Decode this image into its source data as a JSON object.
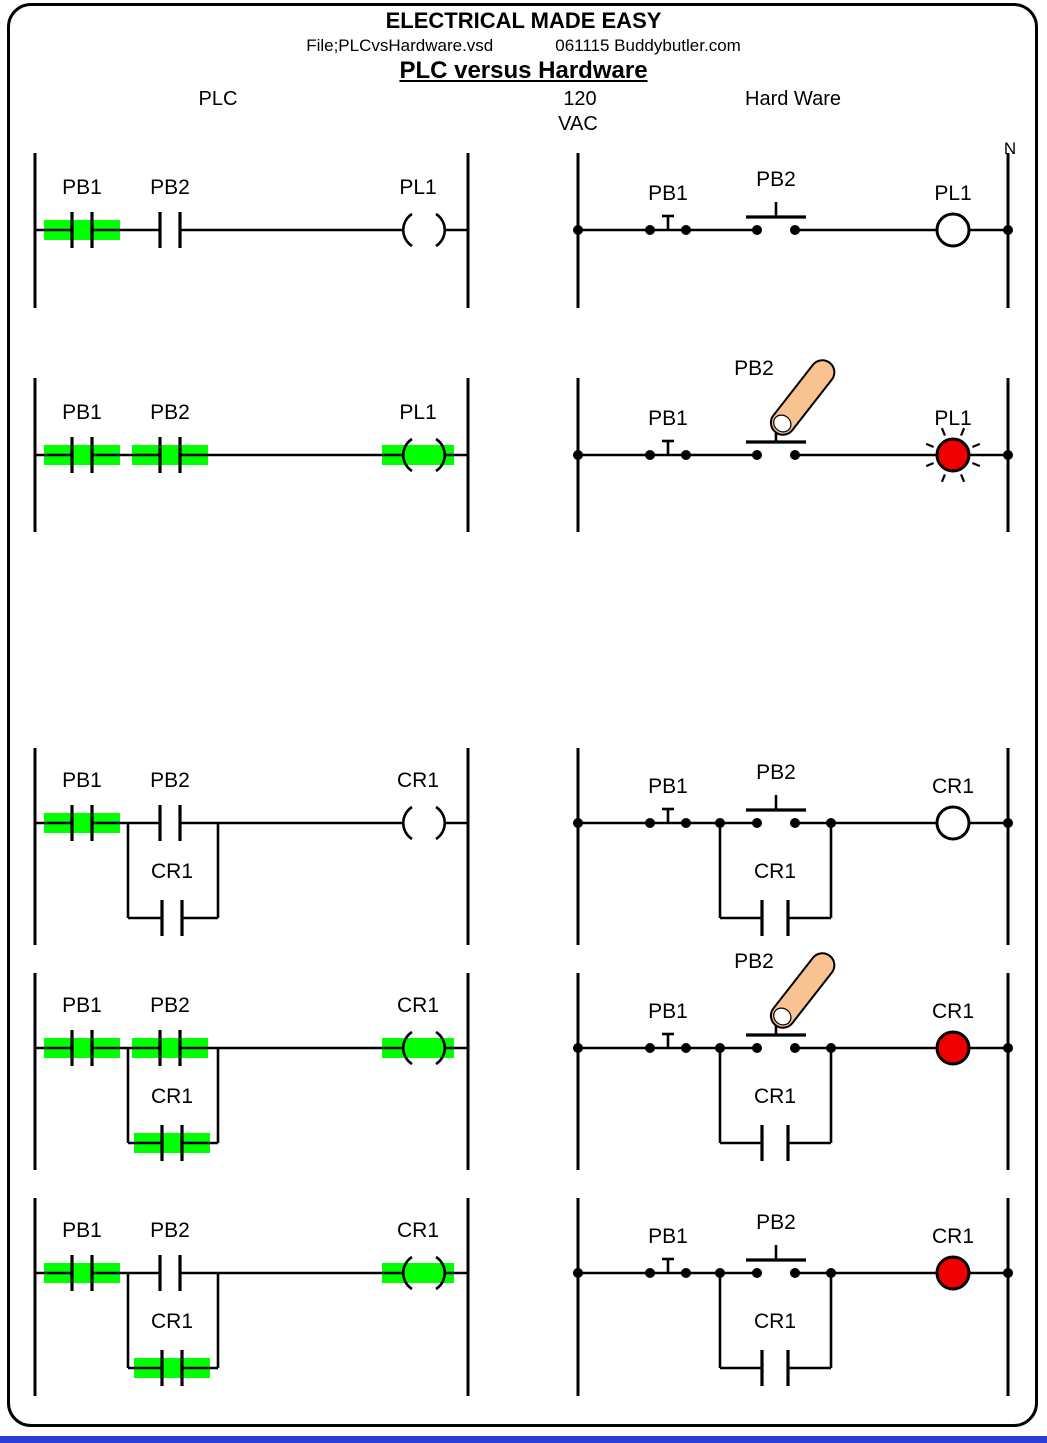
{
  "header": {
    "title": "ELECTRICAL MADE EASY",
    "file_name": "File;PLCvsHardware.vsd",
    "credit": "061115 Buddybutler.com",
    "subtitle": "PLC versus Hardware"
  },
  "columns": {
    "plc": "PLC",
    "voltage_top": "120",
    "voltage_bottom": "VAC",
    "hardware": "Hard Ware",
    "neutral": "N"
  },
  "colors": {
    "highlight_green": "#00ff00",
    "energized_red": "#ee0000",
    "finger_skin": "#f8c291",
    "wire_black": "#000000",
    "lamp_off_white": "#ffffff",
    "bottom_edge_blue": "#2c3ed8"
  },
  "rungs": [
    {
      "plc": {
        "contacts": [
          {
            "label": "PB1",
            "highlighted": true
          },
          {
            "label": "PB2",
            "highlighted": false
          }
        ],
        "branch_contact": null,
        "coil": {
          "label": "PL1",
          "highlighted": false
        }
      },
      "hw": {
        "stop_button_label": "PB1",
        "start_button_label": "PB2",
        "finger_pressing": false,
        "branch_contact": null,
        "load": {
          "label": "PL1",
          "energized": false,
          "glow_rays": false
        }
      }
    },
    {
      "plc": {
        "contacts": [
          {
            "label": "PB1",
            "highlighted": true
          },
          {
            "label": "PB2",
            "highlighted": true
          }
        ],
        "branch_contact": null,
        "coil": {
          "label": "PL1",
          "highlighted": true
        }
      },
      "hw": {
        "stop_button_label": "PB1",
        "start_button_label": "PB2",
        "finger_pressing": true,
        "branch_contact": null,
        "load": {
          "label": "PL1",
          "energized": true,
          "glow_rays": true
        }
      }
    },
    {
      "plc": {
        "contacts": [
          {
            "label": "PB1",
            "highlighted": true
          },
          {
            "label": "PB2",
            "highlighted": false
          }
        ],
        "branch_contact": {
          "label": "CR1",
          "highlighted": false
        },
        "coil": {
          "label": "CR1",
          "highlighted": false
        }
      },
      "hw": {
        "stop_button_label": "PB1",
        "start_button_label": "PB2",
        "finger_pressing": false,
        "branch_contact": {
          "label": "CR1"
        },
        "load": {
          "label": "CR1",
          "energized": false,
          "glow_rays": false
        }
      }
    },
    {
      "plc": {
        "contacts": [
          {
            "label": "PB1",
            "highlighted": true
          },
          {
            "label": "PB2",
            "highlighted": true
          }
        ],
        "branch_contact": {
          "label": "CR1",
          "highlighted": true
        },
        "coil": {
          "label": "CR1",
          "highlighted": true
        }
      },
      "hw": {
        "stop_button_label": "PB1",
        "start_button_label": "PB2",
        "finger_pressing": true,
        "branch_contact": {
          "label": "CR1"
        },
        "load": {
          "label": "CR1",
          "energized": true,
          "glow_rays": false
        }
      }
    },
    {
      "plc": {
        "contacts": [
          {
            "label": "PB1",
            "highlighted": true
          },
          {
            "label": "PB2",
            "highlighted": false
          }
        ],
        "branch_contact": {
          "label": "CR1",
          "highlighted": true
        },
        "coil": {
          "label": "CR1",
          "highlighted": true
        }
      },
      "hw": {
        "stop_button_label": "PB1",
        "start_button_label": "PB2",
        "finger_pressing": false,
        "branch_contact": {
          "label": "CR1"
        },
        "load": {
          "label": "CR1",
          "energized": true,
          "glow_rays": false
        }
      }
    }
  ]
}
